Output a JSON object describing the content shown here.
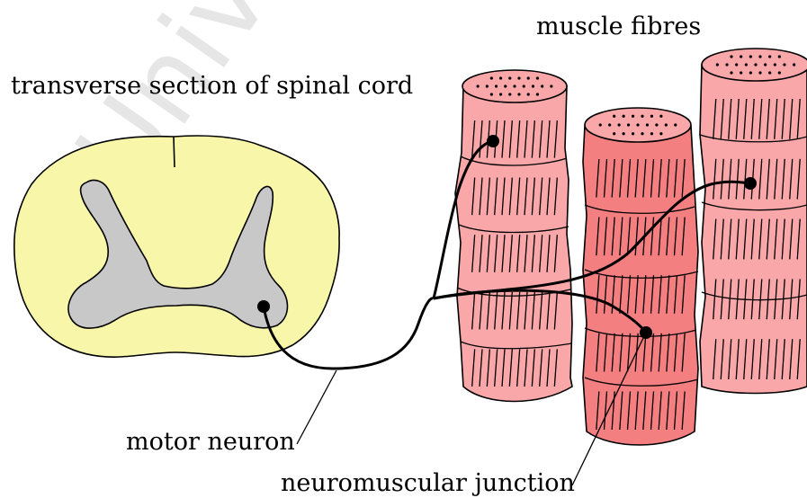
{
  "watermark": "Univ",
  "labels": {
    "muscle_fibres": "muscle fibres",
    "spinal_cord": "transverse section of spinal cord",
    "motor_neuron": "motor neuron",
    "junction": "neuromuscular junction"
  },
  "colors": {
    "cord_white_matter": "#f8f6a8",
    "cord_grey_matter": "#c8c8c8",
    "fibre_light": "#f9a7a8",
    "fibre_dark": "#f47f80",
    "outline": "#000000"
  },
  "fibres": [
    {
      "name": "muscle-fibre-left",
      "shade": "light"
    },
    {
      "name": "muscle-fibre-middle",
      "shade": "dark"
    },
    {
      "name": "muscle-fibre-right",
      "shade": "light"
    }
  ]
}
